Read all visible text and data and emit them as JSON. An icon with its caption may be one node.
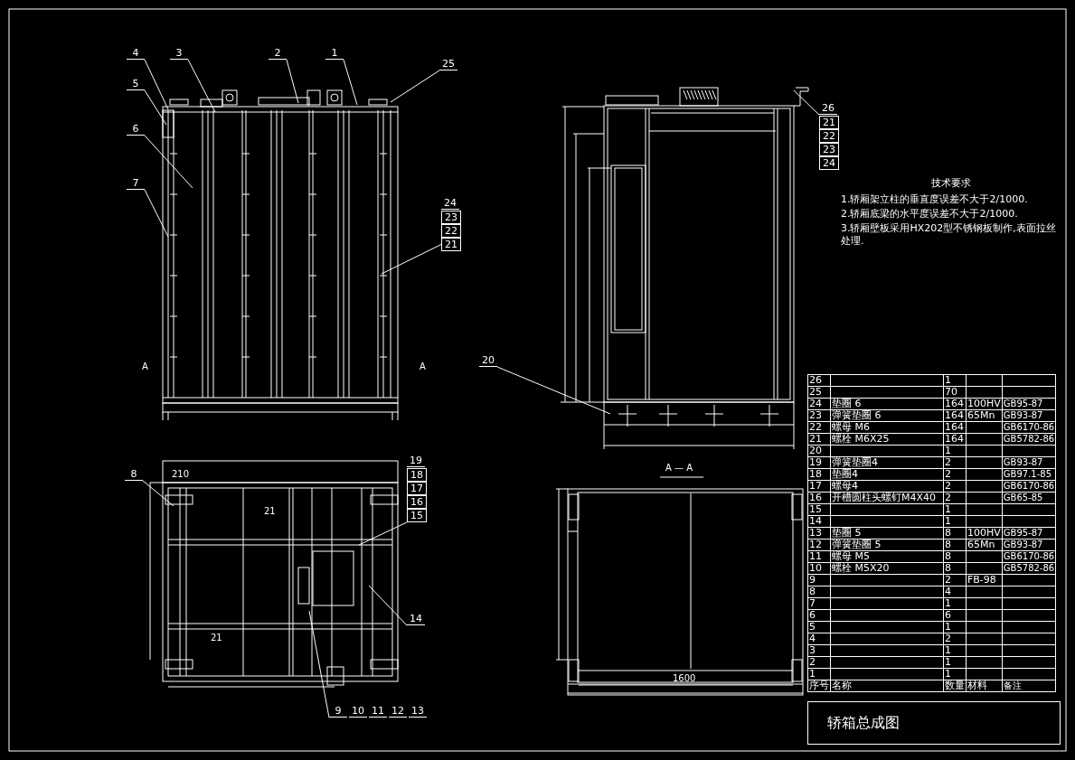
{
  "diagram": {
    "title": "轿箱总成图",
    "nodes": [
      {
        "text": [
          "4"
        ]
      },
      {
        "text": [
          "3"
        ]
      },
      {
        "text": [
          "2"
        ]
      },
      {
        "text": [
          "1"
        ]
      },
      {
        "text": [
          "25"
        ]
      },
      {
        "text": [
          "5"
        ]
      },
      {
        "text": [
          "6"
        ]
      },
      {
        "text": [
          "7"
        ]
      },
      {
        "text": [
          "24"
        ]
      },
      {
        "text": [
          "23"
        ]
      },
      {
        "text": [
          "22"
        ]
      },
      {
        "text": [
          "21"
        ]
      },
      {
        "text": [
          "26"
        ]
      },
      {
        "text": [
          "21"
        ]
      },
      {
        "text": [
          "22"
        ]
      },
      {
        "text": [
          "23"
        ]
      },
      {
        "text": [
          "24"
        ]
      },
      {
        "text": [
          "20"
        ]
      },
      {
        "text": [
          "8"
        ]
      },
      {
        "text": [
          "19"
        ]
      },
      {
        "text": [
          "18"
        ]
      },
      {
        "text": [
          "17"
        ]
      },
      {
        "text": [
          "16"
        ]
      },
      {
        "text": [
          "15"
        ]
      },
      {
        "text": [
          "14"
        ]
      },
      {
        "text": [
          "9"
        ]
      },
      {
        "text": [
          "10"
        ]
      },
      {
        "text": [
          "11"
        ]
      },
      {
        "text": [
          "12"
        ]
      },
      {
        "text": [
          "13"
        ]
      }
    ],
    "edges": [
      {
        "from": 0,
        "to": null,
        "arrow": "none"
      },
      {
        "from": 1,
        "to": null,
        "arrow": "none"
      },
      {
        "from": 2,
        "to": null,
        "arrow": "none"
      },
      {
        "from": 3,
        "to": null,
        "arrow": "none"
      },
      {
        "from": 4,
        "to": null,
        "arrow": "none"
      },
      {
        "from": 5,
        "to": null,
        "arrow": "none"
      },
      {
        "from": 6,
        "to": null,
        "arrow": "none"
      },
      {
        "from": 7,
        "to": null,
        "arrow": "none"
      },
      {
        "from": 11,
        "to": null,
        "arrow": "none"
      },
      {
        "from": 12,
        "to": null,
        "arrow": "none"
      },
      {
        "from": 17,
        "to": null,
        "arrow": "none"
      },
      {
        "from": 18,
        "to": null,
        "arrow": "none"
      },
      {
        "from": 23,
        "to": null,
        "arrow": "none"
      },
      {
        "from": 24,
        "to": null,
        "arrow": "none"
      },
      {
        "from": 25,
        "to": null,
        "arrow": "none"
      }
    ],
    "labels": [
      "A",
      "A",
      "技术要求",
      "1.轿厢架立柱的垂直度误差不大于2/1000.",
      "2.轿厢底梁的水平度误差不大于2/1000.",
      "3.轿厢壁板采用HX202型不锈钢板制作,表面拉丝处理.",
      "210",
      "1600",
      "A — A",
      "21",
      "21",
      "26",
      "1",
      "25",
      "70",
      "24",
      "垫圈 6",
      "164",
      "100HV",
      "GB95-87",
      "23",
      "弹簧垫圈 6",
      "164",
      "65Mn",
      "GB93-87",
      "22",
      "螺母 M6",
      "164",
      "GB6170-86",
      "21",
      "螺栓 M6X25",
      "164",
      "GB5782-86",
      "20",
      "1",
      "19",
      "弹簧垫圈4",
      "2",
      "GB93-87",
      "18",
      "垫圈4",
      "2",
      "GB97.1-85",
      "17",
      "螺母4",
      "2",
      "GB6170-86",
      "16",
      "开槽圆柱头螺钉M4X40",
      "2",
      "GB65-85",
      "15",
      "1",
      "14",
      "1",
      "13",
      "垫圈 5",
      "8",
      "100HV",
      "GB95-87",
      "12",
      "弹簧垫圈 5",
      "8",
      "65Mn",
      "GB93-87",
      "11",
      "螺母 M5",
      "8",
      "GB6170-86",
      "10",
      "螺栓 M5X20",
      "8",
      "GB5782-86",
      "9",
      "2",
      "FB-98",
      "8",
      "4",
      "7",
      "1",
      "6",
      "6",
      "5",
      "1",
      "4",
      "2",
      "3",
      "1",
      "2",
      "1",
      "1",
      "1",
      "序号",
      "名称",
      "数量",
      "材料",
      "备注"
    ]
  }
}
